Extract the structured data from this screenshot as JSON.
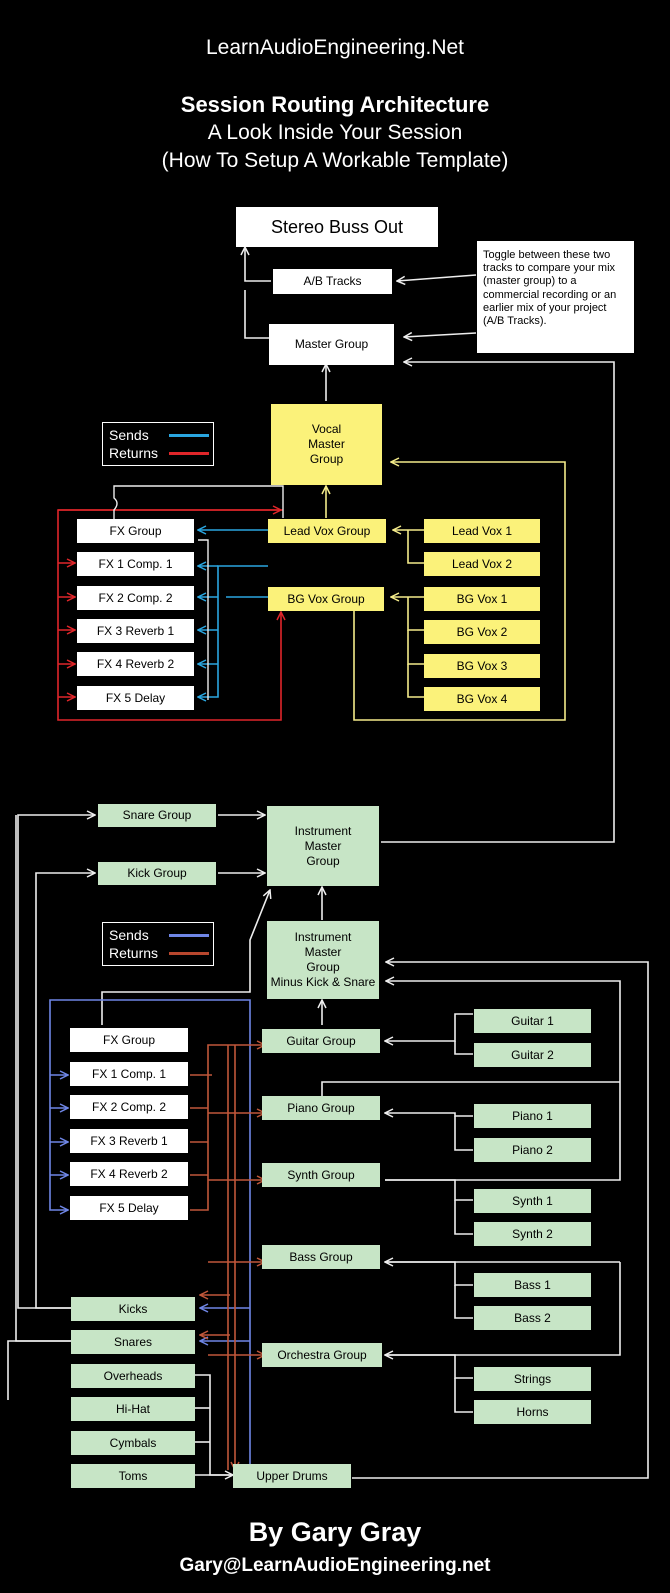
{
  "header": {
    "site": "LearnAudioEngineering.Net",
    "title": "Session Routing Architecture",
    "subtitle1": "A Look Inside Your Session",
    "subtitle2": "(How To Setup A Workable Template)"
  },
  "top": {
    "stereo_buss": "Stereo Buss Out",
    "ab_tracks": "A/B Tracks",
    "master_group": "Master Group",
    "note": "Toggle between these two tracks to compare your mix (master group) to a commercial recording or an earlier mix of your project (A/B Tracks)."
  },
  "vocal": {
    "master": "Vocal\nMaster\nGroup",
    "lead_group": "Lead Vox Group",
    "bg_group": "BG Vox Group",
    "lead_tracks": [
      "Lead Vox 1",
      "Lead Vox 2"
    ],
    "bg_tracks": [
      "BG Vox 1",
      "BG Vox 2",
      "BG Vox 3",
      "BG Vox 4"
    ],
    "fx": [
      "FX Group",
      "FX 1 Comp. 1",
      "FX 2 Comp. 2",
      "FX 3 Reverb 1",
      "FX 4 Reverb 2",
      "FX 5 Delay"
    ]
  },
  "legend": {
    "sends": "Sends",
    "returns": "Returns"
  },
  "instrument": {
    "snare_group": "Snare Group",
    "kick_group": "Kick Group",
    "master": "Instrument\nMaster\nGroup",
    "minus": "Instrument\nMaster\nGroup\nMinus Kick & Snare",
    "fx": [
      "FX Group",
      "FX 1 Comp. 1",
      "FX 2 Comp. 2",
      "FX 3 Reverb 1",
      "FX 4 Reverb 2",
      "FX 5 Delay"
    ],
    "groups": [
      "Guitar Group",
      "Piano Group",
      "Synth Group",
      "Bass Group",
      "Orchestra Group"
    ],
    "tracks": {
      "guitar": [
        "Guitar 1",
        "Guitar 2"
      ],
      "piano": [
        "Piano 1",
        "Piano 2"
      ],
      "synth": [
        "Synth 1",
        "Synth 2"
      ],
      "bass": [
        "Bass 1",
        "Bass 2"
      ],
      "orchestra": [
        "Strings",
        "Horns"
      ]
    },
    "drums": [
      "Kicks",
      "Snares",
      "Overheads",
      "Hi-Hat",
      "Cymbals",
      "Toms"
    ],
    "upper_drums": "Upper Drums"
  },
  "colors": {
    "yellow_box": "#fbf27a",
    "green_box": "#c7e5c6",
    "vocal_sends": "#2aa6e0",
    "vocal_returns": "#e0262a",
    "inst_sends": "#6f86e6",
    "inst_returns": "#b8472e",
    "yellow_wire": "#f4eb8a",
    "white_wire": "#eeeeee"
  },
  "footer": {
    "author": "By Gary Gray",
    "email": "Gary@LearnAudioEngineering.net"
  }
}
